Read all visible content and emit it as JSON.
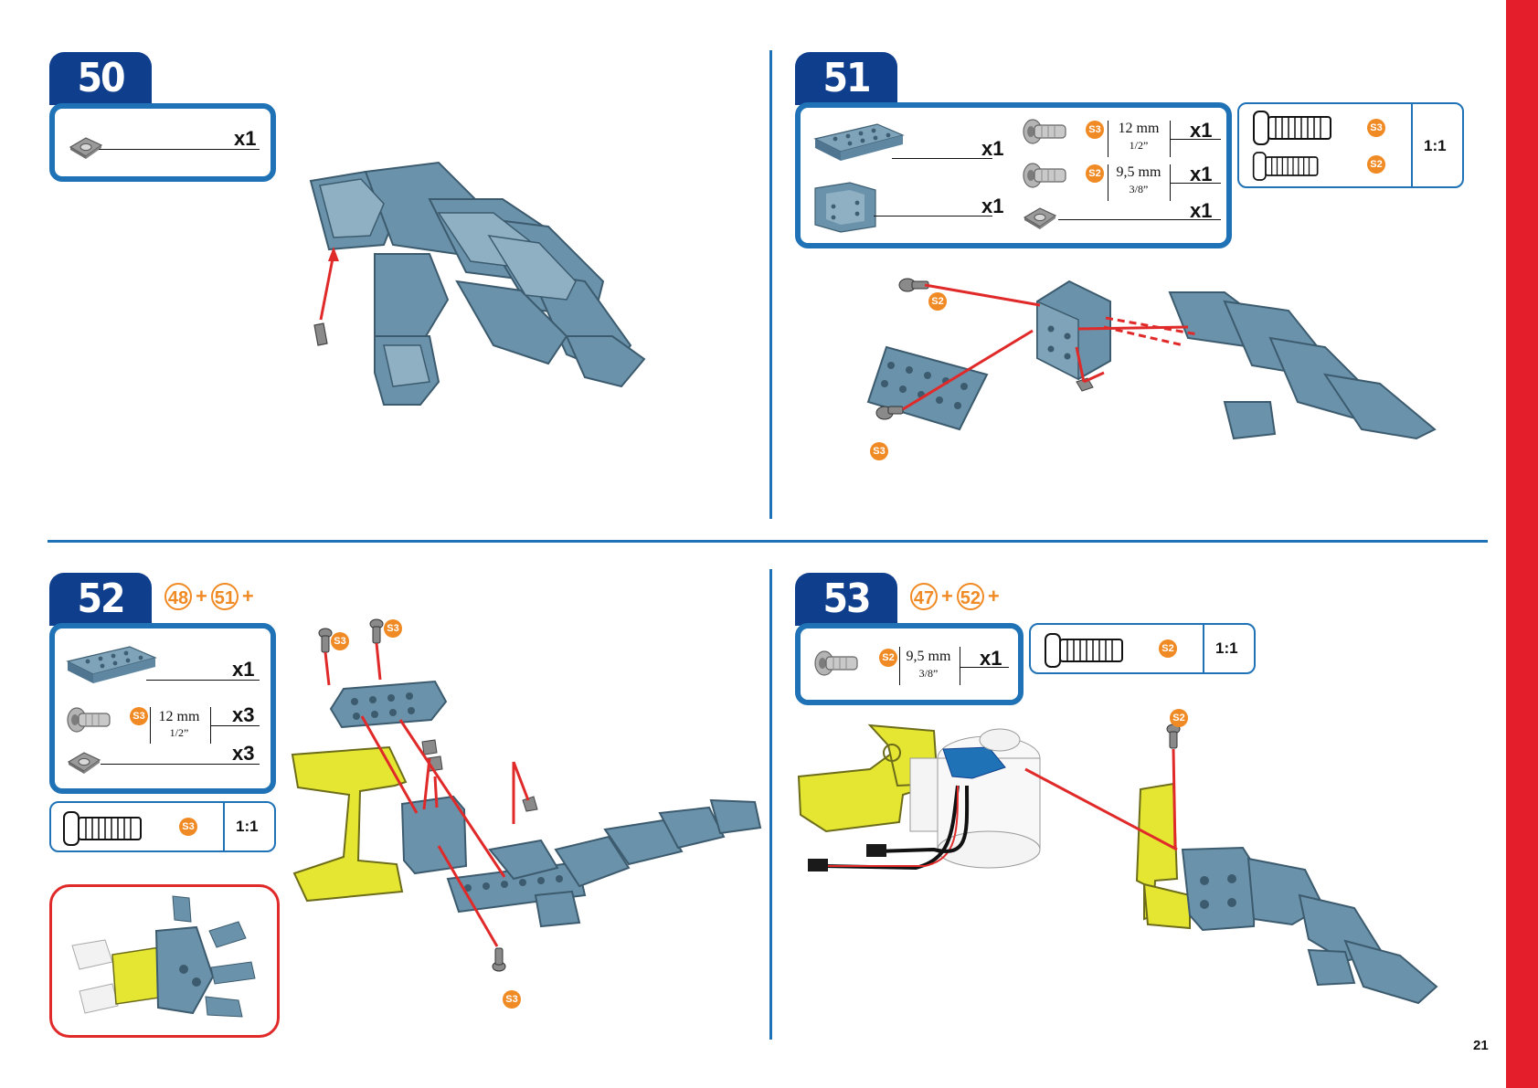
{
  "page_number": "21",
  "step50": {
    "number": "50",
    "parts": [
      {
        "icon": "nut-icon",
        "qty": "x1"
      }
    ]
  },
  "step51": {
    "number": "51",
    "parts": [
      {
        "icon": "plate-icon",
        "qty": "x1"
      },
      {
        "icon": "bracket-icon",
        "qty": "x1"
      },
      {
        "icon": "screw-icon",
        "screw": "S3",
        "mm": "12 mm",
        "inch": "1/2”",
        "qty": "x1"
      },
      {
        "icon": "screw-icon",
        "screw": "S2",
        "mm": "9,5 mm",
        "inch": "3/8”",
        "qty": "x1"
      },
      {
        "icon": "nut-icon",
        "qty": "x1"
      }
    ],
    "scale": {
      "screws": [
        "S3",
        "S2"
      ],
      "ratio": "1:1"
    },
    "callouts": [
      "S2",
      "S3"
    ]
  },
  "step52": {
    "number": "52",
    "prereq": [
      "48",
      "51"
    ],
    "parts": [
      {
        "icon": "plate-icon",
        "qty": "x1"
      },
      {
        "icon": "screw-icon",
        "screw": "S3",
        "mm": "12 mm",
        "inch": "1/2”",
        "qty": "x3"
      },
      {
        "icon": "nut-icon",
        "qty": "x3"
      }
    ],
    "scale": {
      "screws": [
        "S3"
      ],
      "ratio": "1:1"
    },
    "callouts": [
      "S3",
      "S3",
      "S3"
    ]
  },
  "step53": {
    "number": "53",
    "prereq": [
      "47",
      "52"
    ],
    "parts": [
      {
        "icon": "screw-icon",
        "screw": "S2",
        "mm": "9,5 mm",
        "inch": "3/8”",
        "qty": "x1"
      }
    ],
    "scale": {
      "screws": [
        "S2"
      ],
      "ratio": "1:1"
    },
    "callouts": [
      "S2"
    ]
  },
  "colors": {
    "blue_frame": "#1f72b6",
    "tab_navy": "#0f3f8c",
    "accent_orange": "#f08a24",
    "red_bar": "#e41e2b",
    "part_blue": "#6a92aa",
    "yellow": "#e4e632",
    "arrow_red": "#e02a2a"
  }
}
